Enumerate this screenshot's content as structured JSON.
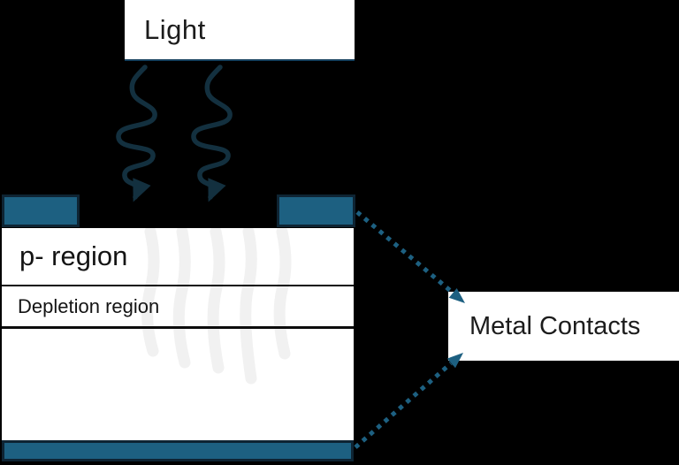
{
  "labels": {
    "light": "Light",
    "p_region": "p- region",
    "depletion_region": "Depletion region",
    "metal_contacts": "Metal Contacts"
  },
  "colors": {
    "background": "#000000",
    "contact_fill": "#1d6081",
    "contact_border": "#0e2433",
    "wave_arrow": "#13303f",
    "dotted_arrow": "#1d6081",
    "layer_fill": "#ffffff",
    "layer_border": "#000000",
    "light_box_underline": "#15405e",
    "absorbed_light_streaks": "#f1f1f1",
    "text": "#1c1c1c"
  },
  "icons": {
    "wave_arrows": "light-wave-arrow-icon",
    "dotted_connectors": "dotted-arrow-icon"
  }
}
